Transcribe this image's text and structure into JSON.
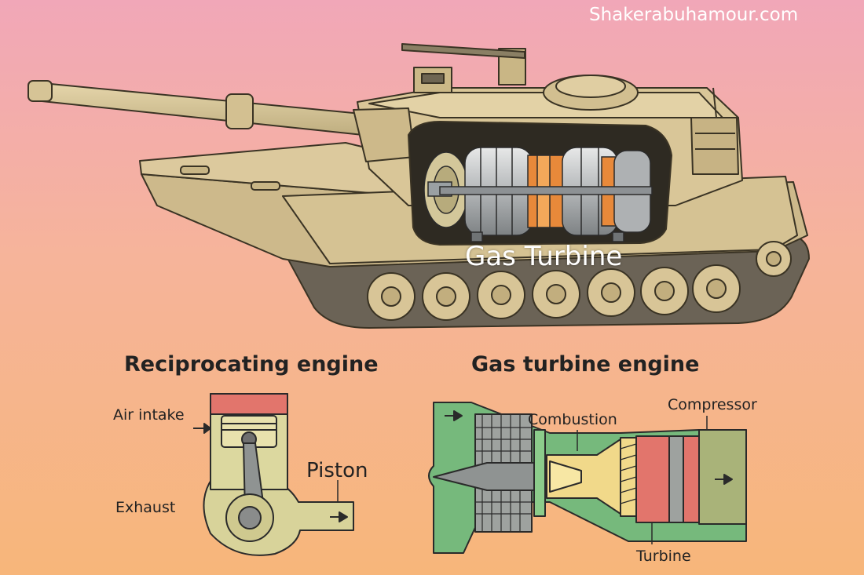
{
  "watermark": "Shakerabuhamour.com",
  "tank": {
    "caption": "Gas Turbine"
  },
  "reciprocating": {
    "title": "Reciprocating engine",
    "labels": {
      "air_intake": "Air intake",
      "exhaust": "Exhaust",
      "piston": "Piston"
    }
  },
  "gas_turbine": {
    "title": "Gas turbine engine",
    "labels": {
      "combustion": "Combustion",
      "compressor": "Compressor",
      "turbine": "Turbine"
    }
  },
  "colors": {
    "sky_top": "#f4a9b7",
    "sky_bottom": "#f6b57a",
    "tank_body": "#d8c59a",
    "tank_dark": "#b9a679",
    "outline": "#3a3324",
    "turbine_orange": "#e8893a",
    "turbine_gray": "#b7b9bb",
    "diagram_green": "#76b97c",
    "diagram_red": "#e2756c",
    "diagram_olive": "#a9b379",
    "diagram_gray": "#8f9392"
  }
}
